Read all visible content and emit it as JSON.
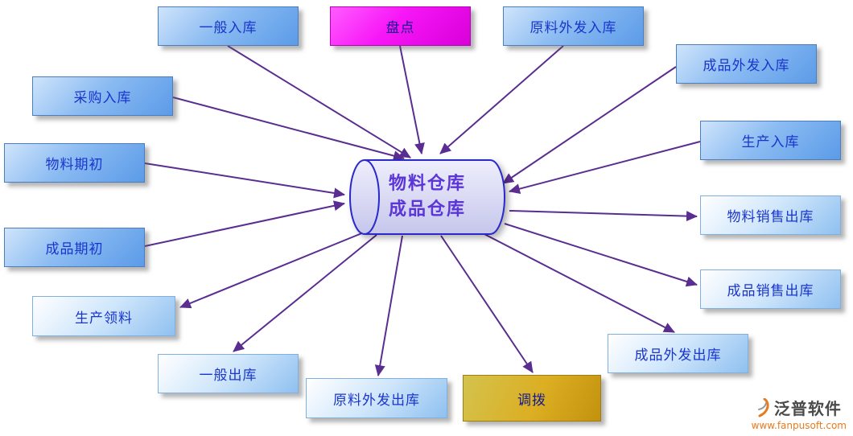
{
  "diagram": {
    "center": {
      "title_line1": "物料仓库",
      "title_line2": "成品仓库"
    },
    "nodes": {
      "yiban_ruku": {
        "label": "一般入库",
        "flow": "in"
      },
      "pandian": {
        "label": "盘点",
        "flow": "in"
      },
      "yuanliao_waifa_ruku": {
        "label": "原料外发入库",
        "flow": "in"
      },
      "chengpin_waifa_ruku": {
        "label": "成品外发入库",
        "flow": "in"
      },
      "shengchan_ruku": {
        "label": "生产入库",
        "flow": "in"
      },
      "caigou_ruku": {
        "label": "采购入库",
        "flow": "in"
      },
      "wuliao_qichu": {
        "label": "物料期初",
        "flow": "in"
      },
      "chengpin_qichu": {
        "label": "成品期初",
        "flow": "in"
      },
      "shengchan_lingliao": {
        "label": "生产领料",
        "flow": "out"
      },
      "yiban_chuku": {
        "label": "一般出库",
        "flow": "out"
      },
      "yuanliao_waifa_chuku": {
        "label": "原料外发出库",
        "flow": "out"
      },
      "diaobo": {
        "label": "调拨",
        "flow": "out"
      },
      "chengpin_waifa_chuku": {
        "label": "成品外发出库",
        "flow": "out"
      },
      "wuliao_xiaoshou_chuku": {
        "label": "物料销售出库",
        "flow": "out"
      },
      "chengpin_xiaoshou_chuku": {
        "label": "成品销售出库",
        "flow": "out"
      }
    },
    "edges": [
      {
        "from": "yiban_ruku",
        "to": "center"
      },
      {
        "from": "pandian",
        "to": "center"
      },
      {
        "from": "yuanliao_waifa_ruku",
        "to": "center"
      },
      {
        "from": "chengpin_waifa_ruku",
        "to": "center"
      },
      {
        "from": "shengchan_ruku",
        "to": "center"
      },
      {
        "from": "caigou_ruku",
        "to": "center"
      },
      {
        "from": "wuliao_qichu",
        "to": "center"
      },
      {
        "from": "chengpin_qichu",
        "to": "center"
      },
      {
        "from": "center",
        "to": "shengchan_lingliao"
      },
      {
        "from": "center",
        "to": "yiban_chuku"
      },
      {
        "from": "center",
        "to": "yuanliao_waifa_chuku"
      },
      {
        "from": "center",
        "to": "diaobo"
      },
      {
        "from": "center",
        "to": "chengpin_waifa_chuku"
      },
      {
        "from": "center",
        "to": "wuliao_xiaoshou_chuku"
      },
      {
        "from": "center",
        "to": "chengpin_xiaoshou_chuku"
      }
    ],
    "colors": {
      "arrow": "#5a2d91",
      "box_text": "#1a35cc",
      "blue_box_gradient": [
        "#cfe4fb",
        "#5b9be8"
      ],
      "light_box_gradient": [
        "#ffffff",
        "#8fc0f0"
      ],
      "magenta_box_gradient": [
        "#ff5cff",
        "#d800d8"
      ],
      "gold_box_gradient": [
        "#d3c34e",
        "#c2920e"
      ],
      "center_fill": "#d9d9f2",
      "center_border": "#2929cc",
      "center_text": "#5b35d6"
    }
  },
  "watermark": {
    "brand": "泛普软件",
    "url": "www.fanpusoft.com"
  }
}
